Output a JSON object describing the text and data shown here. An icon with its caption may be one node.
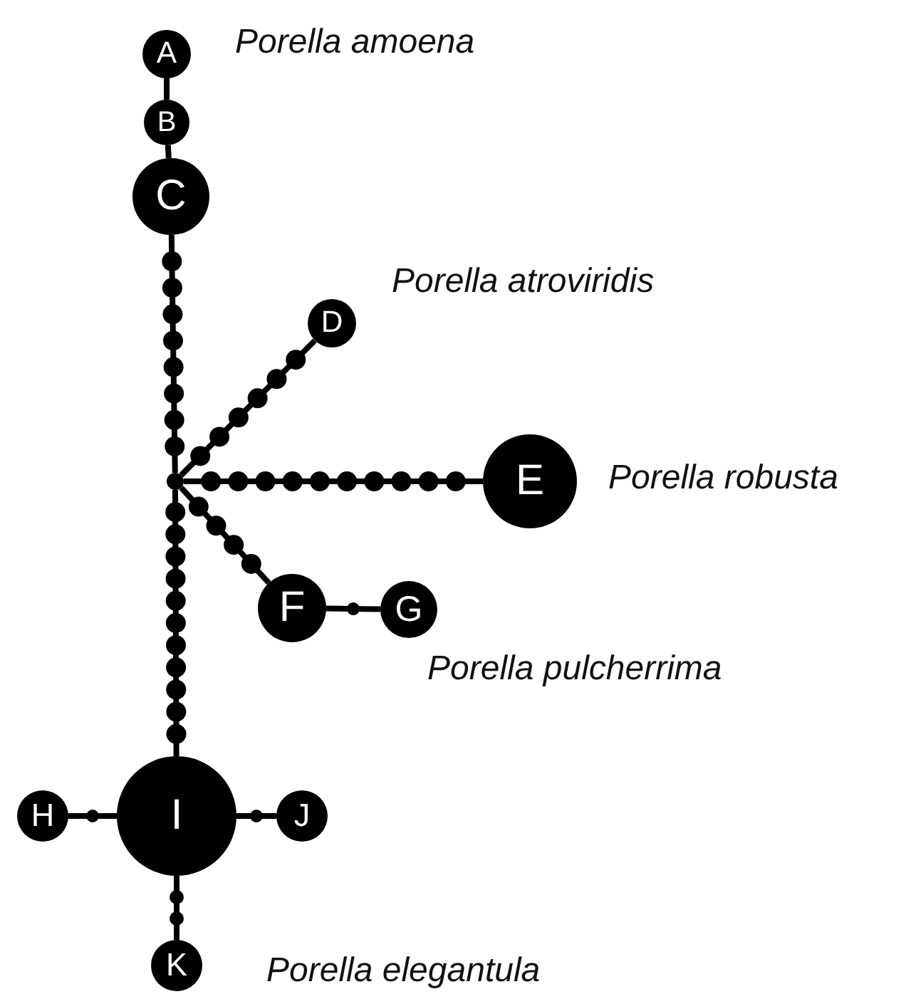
{
  "diagram": {
    "nodes": [
      {
        "text": [
          "A"
        ]
      },
      {
        "text": [
          "B"
        ]
      },
      {
        "text": [
          "C"
        ]
      },
      {
        "text": [],
        "shape": "circle"
      },
      {
        "text": [
          "D"
        ]
      },
      {
        "text": [
          "E"
        ]
      },
      {
        "text": [
          "F"
        ]
      },
      {
        "text": [
          "G"
        ]
      },
      {
        "text": [
          "H"
        ]
      },
      {
        "text": [
          "I"
        ]
      },
      {
        "text": [
          "J"
        ]
      },
      {
        "text": [
          "K"
        ]
      }
    ],
    "edges": [
      {
        "from": 0,
        "to": 1,
        "arrow": "none"
      },
      {
        "from": 1,
        "to": 2,
        "arrow": "none"
      },
      {
        "from": 2,
        "to": 3,
        "arrow": "none"
      },
      {
        "from": 3,
        "to": 4,
        "arrow": "none"
      },
      {
        "from": 3,
        "to": 5,
        "arrow": "none"
      },
      {
        "from": 3,
        "to": 6,
        "arrow": "none"
      },
      {
        "from": 6,
        "to": 7,
        "arrow": "none"
      },
      {
        "from": 3,
        "to": 9,
        "arrow": "none"
      },
      {
        "from": 8,
        "to": 9,
        "arrow": "none"
      },
      {
        "from": 9,
        "to": 10,
        "arrow": "none"
      },
      {
        "from": 9,
        "to": 11,
        "arrow": "none"
      }
    ],
    "labels": [
      "Porella amoena",
      "Porella atroviridis",
      "Porella robusta",
      "Porella pulcherrima",
      "Porella elegantula"
    ]
  }
}
